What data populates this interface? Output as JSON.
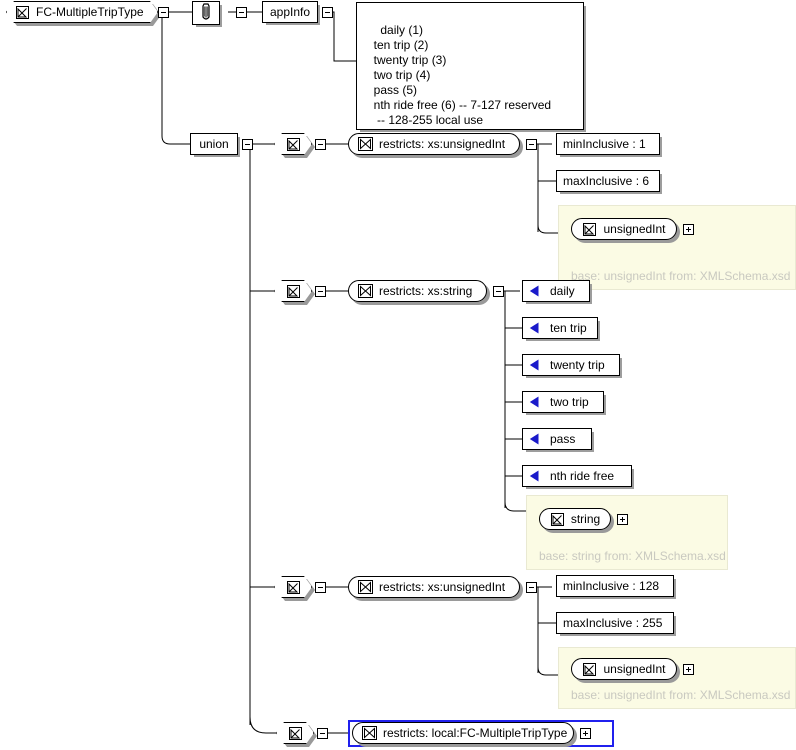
{
  "diagram": {
    "kind": "xml-schema-simpletype-diagram",
    "root": {
      "label": "FC-MultipleTripType",
      "icon": "simple-type-icon",
      "expander": "minus"
    },
    "annotation_node": {
      "label": "",
      "icon": "annotation-icon",
      "expander": "minus"
    },
    "appinfo": {
      "label": "appInfo",
      "expander": "minus"
    },
    "appinfo_documentation": "daily (1)\n  ten trip (2)\n  twenty trip (3)\n  two trip (4)\n  pass (5)\n  nth ride free (6) -- 7-127 reserved\n   -- 128-255 local use",
    "union": {
      "label": "union",
      "expander": "minus"
    },
    "branches": [
      {
        "id": "branch-unsigned-1-6",
        "simple_type_icon": "simple-type-icon",
        "expander": "minus",
        "restricts": {
          "label": "restricts: xs:unsignedInt",
          "icon": "restricts-icon",
          "expander": "minus"
        },
        "facets": [
          {
            "label": "minInclusive : 1"
          },
          {
            "label": "maxInclusive : 6"
          }
        ],
        "base_panel": {
          "type_label": "unsignedInt",
          "icon": "simple-type-icon",
          "expander": "plus",
          "base_text": "base: unsignedInt from: XMLSchema.xsd"
        }
      },
      {
        "id": "branch-string-enums",
        "simple_type_icon": "simple-type-icon",
        "expander": "minus",
        "restricts": {
          "label": "restricts: xs:string",
          "icon": "restricts-icon",
          "expander": "minus"
        },
        "enumerations": [
          {
            "label": "daily"
          },
          {
            "label": "ten trip"
          },
          {
            "label": "twenty trip"
          },
          {
            "label": "two trip"
          },
          {
            "label": "pass"
          },
          {
            "label": "nth ride free"
          }
        ],
        "base_panel": {
          "type_label": "string",
          "icon": "simple-type-icon",
          "expander": "plus",
          "base_text": "base: string from: XMLSchema.xsd"
        }
      },
      {
        "id": "branch-unsigned-128-255",
        "simple_type_icon": "simple-type-icon",
        "expander": "minus",
        "restricts": {
          "label": "restricts: xs:unsignedInt",
          "icon": "restricts-icon",
          "expander": "minus"
        },
        "facets": [
          {
            "label": "minInclusive : 128"
          },
          {
            "label": "maxInclusive : 255"
          }
        ],
        "base_panel": {
          "type_label": "unsignedInt",
          "icon": "simple-type-icon",
          "expander": "plus",
          "base_text": "base: unsignedInt from: XMLSchema.xsd"
        }
      },
      {
        "id": "branch-local-recursive",
        "simple_type_icon": "simple-type-icon",
        "expander": "minus",
        "restricts": {
          "label": "restricts: local:FC-MultipleTripType",
          "icon": "restricts-icon",
          "expander": "plus"
        },
        "selected": true
      }
    ],
    "colors": {
      "line": "#000000",
      "panel_bg": "#fbfbe4",
      "panel_border": "#e9e9d2",
      "panel_text": "#c9c9c0",
      "enum_arrow": "#1a1aca",
      "selection": "#2020ee",
      "shadow": "#9a9a9a"
    }
  }
}
